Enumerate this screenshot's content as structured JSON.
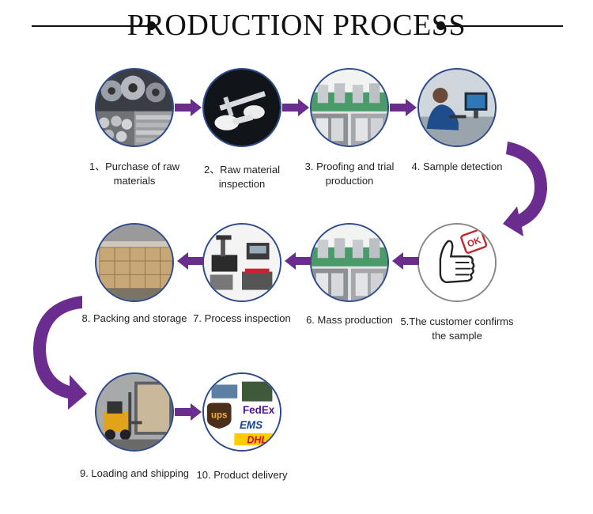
{
  "title": "PRODUCTION PROCESS",
  "accent_color": "#6a2c8f",
  "steps": [
    {
      "label": "1、Purchase of raw materials",
      "icon": "steel-bars-photo"
    },
    {
      "label": "2、Raw material inspection",
      "icon": "caliper-inspection-photo"
    },
    {
      "label": "3. Proofing and trial production",
      "icon": "factory-floor-photo"
    },
    {
      "label": "4. Sample detection",
      "icon": "lab-technician-photo"
    },
    {
      "label": "5.The customer confirms the sample",
      "icon": "thumbs-up-ok-icon"
    },
    {
      "label": "6. Mass production",
      "icon": "factory-floor-photo"
    },
    {
      "label": "7. Process inspection",
      "icon": "measuring-machines-photo"
    },
    {
      "label": "8. Packing and storage",
      "icon": "warehouse-boxes-photo"
    },
    {
      "label": "9. Loading and shipping",
      "icon": "forklift-loading-photo"
    },
    {
      "label": "10. Product delivery",
      "icon": "courier-logos-photo"
    }
  ],
  "courier_logos": [
    "ups",
    "FedEx",
    "EMS",
    "DHL"
  ],
  "ok_stamp": "OK"
}
